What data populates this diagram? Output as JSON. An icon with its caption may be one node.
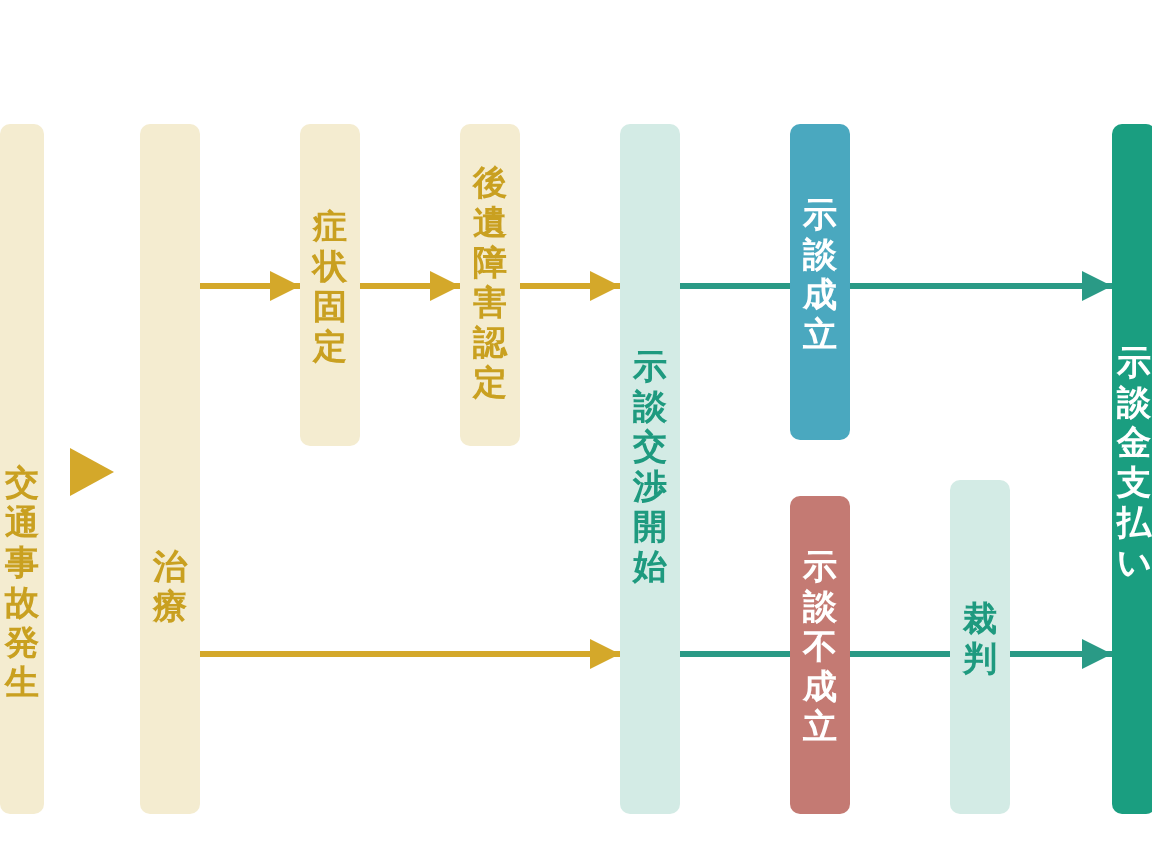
{
  "diagram": {
    "nodes": [
      {
        "text": [
          "交通事故発生"
        ]
      },
      {
        "text": [
          "治療"
        ]
      },
      {
        "text": [
          "症状固定"
        ]
      },
      {
        "text": [
          "後遺障害認定"
        ]
      },
      {
        "text": [
          "示談交渉開始"
        ]
      },
      {
        "text": [
          "示談成立"
        ]
      },
      {
        "text": [
          "示談不成立"
        ]
      },
      {
        "text": [
          "裁判"
        ]
      },
      {
        "text": [
          "示談金支払い"
        ]
      }
    ],
    "edges": [
      {
        "from": 0,
        "to": 1,
        "arrow": "to",
        "color": "#d4a82a"
      },
      {
        "from": 1,
        "to": 2,
        "arrow": "to",
        "color": "#d4a82a"
      },
      {
        "from": 2,
        "to": 3,
        "arrow": "to",
        "color": "#d4a82a"
      },
      {
        "from": 3,
        "to": 4,
        "arrow": "to",
        "color": "#d4a82a"
      },
      {
        "from": 1,
        "to": 4,
        "arrow": "to",
        "color": "#d4a82a"
      },
      {
        "from": 4,
        "to": 5,
        "arrow": "none",
        "color": "#2a9a86"
      },
      {
        "from": 5,
        "to": 8,
        "arrow": "to",
        "color": "#2a9a86"
      },
      {
        "from": 4,
        "to": 6,
        "arrow": "none",
        "color": "#2a9a86"
      },
      {
        "from": 6,
        "to": 7,
        "arrow": "none",
        "color": "#2a9a86"
      },
      {
        "from": 7,
        "to": 8,
        "arrow": "to",
        "color": "#2a9a86"
      }
    ]
  }
}
